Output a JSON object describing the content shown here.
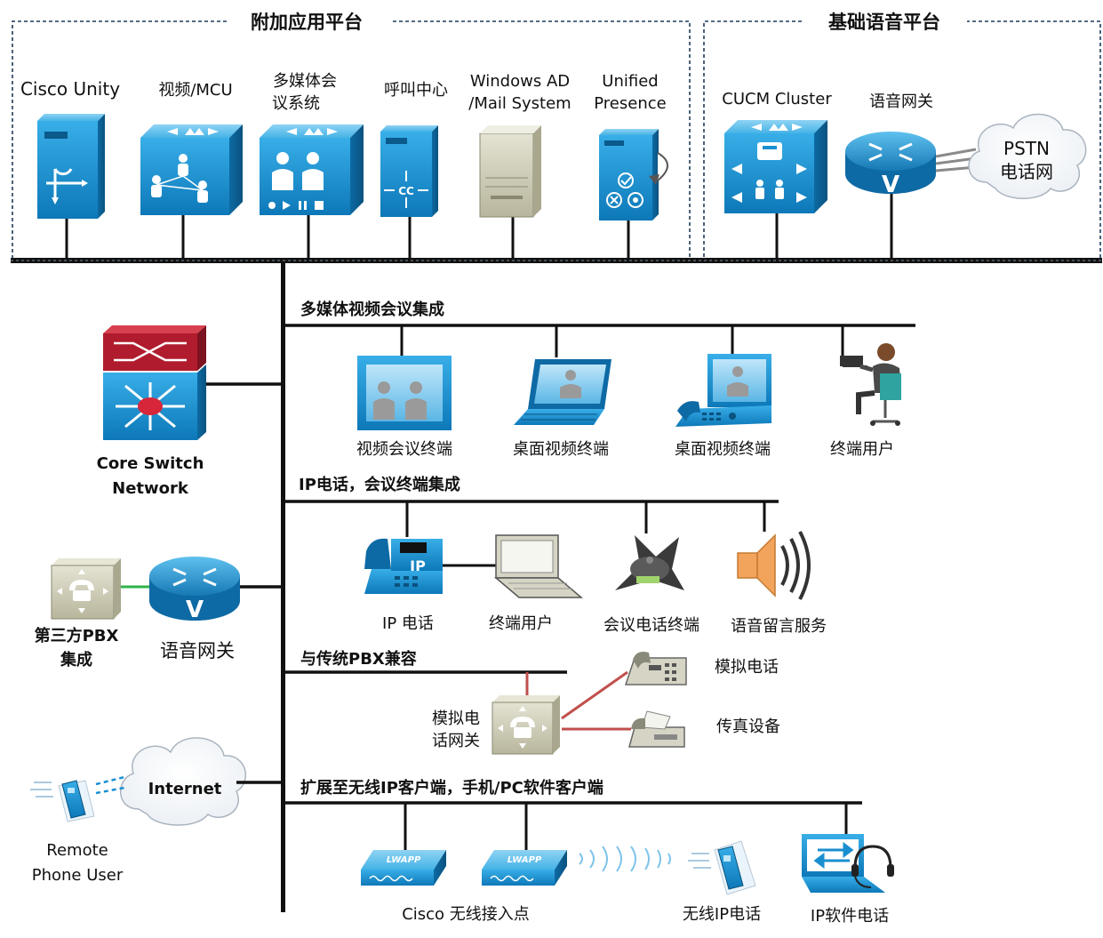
{
  "platforms": {
    "app_title": "附加应用平台",
    "voice_title": "基础语音平台"
  },
  "app_servers": {
    "unity": "Cisco Unity",
    "mcu": "视频/MCU",
    "multimedia_1": "多媒体会",
    "multimedia_2": "议系统",
    "callcenter": "呼叫中心",
    "winad_1": "Windows AD",
    "winad_2": "/Mail System",
    "presence_1": "Unified",
    "presence_2": "Presence"
  },
  "voice_platform": {
    "cucm": "CUCM Cluster",
    "gateway": "语音网关",
    "pstn_1": "PSTN",
    "pstn_2": "电话网"
  },
  "core": {
    "label_1": "Core Switch",
    "label_2": "Network"
  },
  "video_section": {
    "title": "多媒体视频会议集成",
    "vc_terminal": "视频会议终端",
    "desktop_1": "桌面视频终端",
    "desktop_2": "桌面视频终端",
    "end_user": "终端用户"
  },
  "ip_section": {
    "title": "IP电话，会议终端集成",
    "ip_phone": "IP 电话",
    "end_user": "终端用户",
    "conf_phone": "会议电话终端",
    "voicemail": "语音留言服务"
  },
  "pbx_section": {
    "title": "与传统PBX兼容",
    "analog_gw_1": "模拟电",
    "analog_gw_2": "话网关",
    "analog_phone": "模拟电话",
    "fax": "传真设备"
  },
  "left_side": {
    "pbx_1": "第三方PBX",
    "pbx_2": "集成",
    "voice_gw": "语音网关",
    "internet": "Internet",
    "remote_1": "Remote",
    "remote_2": "Phone User"
  },
  "wireless_section": {
    "title": "扩展至无线IP客户端，手机/PC软件客户端",
    "lwapp": "LWAPP",
    "ap_label": "Cisco 无线接入点",
    "wifi_phone": "无线IP电话",
    "softphone": "IP软件电话"
  },
  "colors": {
    "device_blue": "#1a8fd0",
    "device_dark": "#0b5f95",
    "router_red": "#b01c2e",
    "pbx_gray": "#c9c7b0",
    "link_red": "#c0504d",
    "frame": "#1f3b5a"
  }
}
